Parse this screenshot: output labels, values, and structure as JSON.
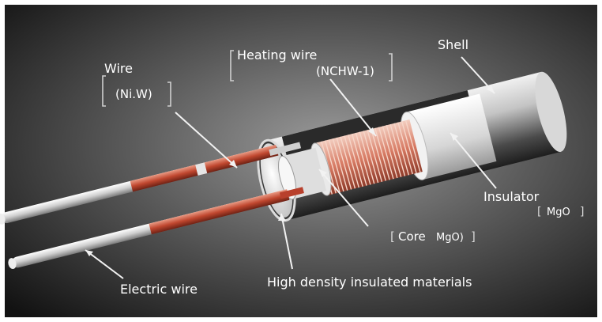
{
  "labels": {
    "wire": "Wire",
    "wire_material": "(Ni.W)",
    "heating_wire": "Heating wire",
    "heating_wire_model": "(NCHW-1)",
    "shell": "Shell",
    "insulator": "Insulator",
    "insulator_material": "MgO",
    "core": "Core",
    "core_material": "MgO)",
    "electric_wire": "Electric wire",
    "high_density": "High density insulated materials"
  },
  "colors": {
    "background_dark": "#141414",
    "background_light": "#8a8a8a",
    "heating_coil": "#c8553f",
    "heating_coil_light": "#f0c2b2",
    "shell_metal": "#bdbdbd",
    "insulator": "#e8e8e8",
    "lead_wire": "#d4d4d4",
    "lead_sleeve": "#b8402c",
    "label_text": "#ffffff"
  }
}
